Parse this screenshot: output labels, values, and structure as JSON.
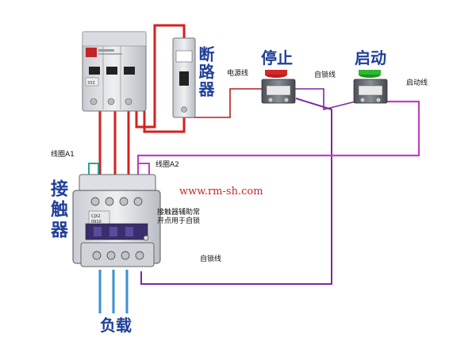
{
  "labels": {
    "breaker": "断路器",
    "stop": "停止",
    "start": "启动",
    "contactor": "接触器",
    "load": "负载",
    "power_wire": "电源线",
    "self_lock_wire_top": "自锁线",
    "start_wire": "启动线",
    "coil_a1": "线圈A1",
    "coil_a2": "线圈A2",
    "aux_note_line1": "接触器辅助常",
    "aux_note_line2": "开点用于自锁",
    "self_lock_wire_bottom": "自锁线",
    "watermark": "www.rm-sh.com",
    "mcb_model": "333",
    "contactor_model_line1": "CJX2",
    "contactor_model_line2": "0910"
  },
  "colors": {
    "phase_wire": "#d42020",
    "blue_wire": "#3a8fd0",
    "self_lock_wire": "#7a2aa0",
    "start_wire": "#c040c0",
    "power_wire": "#c02020",
    "teal_wire": "#2aa39a",
    "label_blue": "#1f3f9a",
    "watermark_red": "#c42a2a",
    "stop_button": "#d42828",
    "start_button": "#2eb82e"
  }
}
